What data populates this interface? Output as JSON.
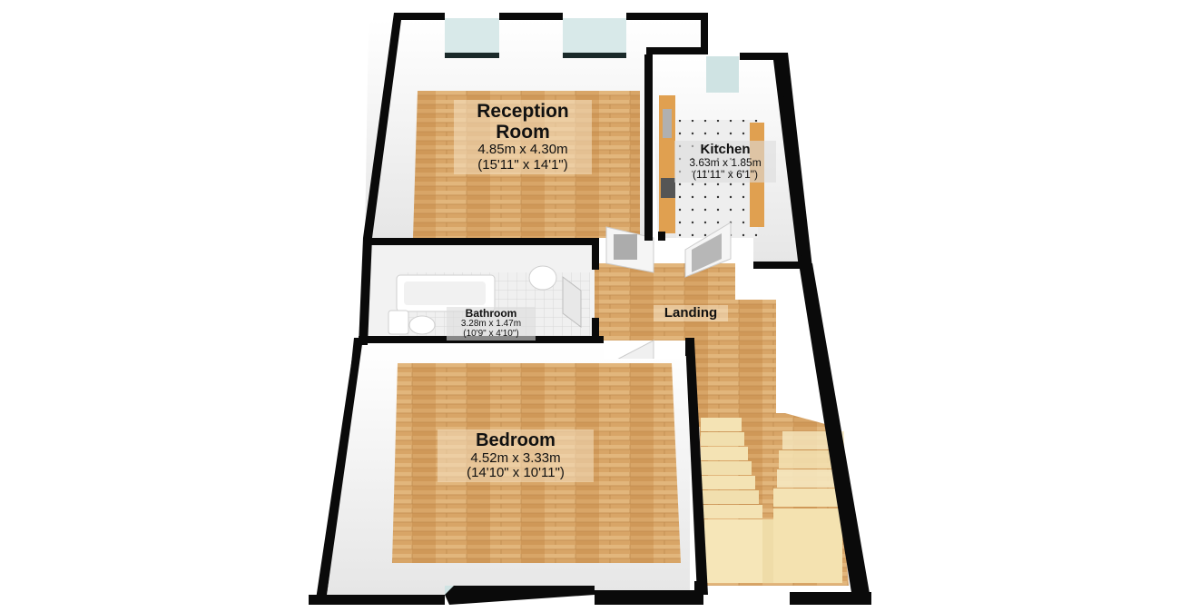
{
  "floorplan": {
    "rooms": [
      {
        "id": "reception",
        "name_line1": "Reception",
        "name_line2": "Room",
        "metric": "4.85m x 4.30m",
        "imperial": "(15'11\" x 14'1\")"
      },
      {
        "id": "kitchen",
        "name": "Kitchen",
        "metric": "3.63m x 1.85m",
        "imperial": "(11'11\" x 6'1\")"
      },
      {
        "id": "bathroom",
        "name": "Bathroom",
        "metric": "3.28m x 1.47m",
        "imperial": "(10'9\" x 4'10\")"
      },
      {
        "id": "landing",
        "name": "Landing"
      },
      {
        "id": "bedroom",
        "name": "Bedroom",
        "metric": "4.52m x 3.33m",
        "imperial": "(14'10\" x 10'11\")"
      }
    ],
    "colors": {
      "wall": "#0a0a0a",
      "wood_floor": "#d9a766",
      "wood_floor_dark": "#c58f4f",
      "tile_floor": "#ececec",
      "inner_wall": "#f4f4f4",
      "window": "#cfe3e3",
      "stairs": "#f3e2b0",
      "worktop": "#e0a050"
    }
  }
}
